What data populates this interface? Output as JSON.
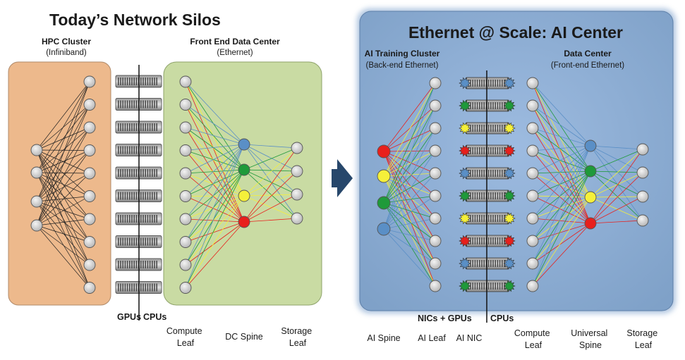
{
  "left": {
    "title": "Today’s Network Silos",
    "hpc_title": "HPC Cluster",
    "hpc_sub": "(Infiniband)",
    "fe_title": "Front End Data Center",
    "fe_sub": "(Ethernet)",
    "gpus": "GPUs",
    "cpus": "CPUs",
    "compute_leaf": [
      "Compute",
      "Leaf"
    ],
    "dc_spine": "DC Spine",
    "storage_leaf": [
      "Storage",
      "Leaf"
    ]
  },
  "right": {
    "title": "Ethernet @ Scale: AI Center",
    "ai_title": "AI Training Cluster",
    "ai_sub": "(Back-end Ethernet)",
    "dc_title": "Data Center",
    "dc_sub": "(Front-end Ethernet)",
    "nics_gpus": "NICs + GPUs",
    "cpus": "CPUs",
    "ai_spine": "AI Spine",
    "ai_leaf": "AI Leaf",
    "ai_nic": "AI NIC",
    "compute_leaf": [
      "Compute",
      "Leaf"
    ],
    "universal_spine": [
      "Universal",
      "Spine"
    ],
    "storage_leaf": [
      "Storage",
      "Leaf"
    ]
  },
  "colors": {
    "hpc_fill": "#edb98c",
    "fe_fill": "#c9dba3",
    "ai_fill": "#8fb0d4",
    "arrow": "#27476b",
    "spine_blue": "#5a8fc6",
    "spine_green": "#1f9a3a",
    "spine_yellow": "#f5f03a",
    "spine_red": "#e8201c",
    "node_gray": "#c8c8c8"
  }
}
